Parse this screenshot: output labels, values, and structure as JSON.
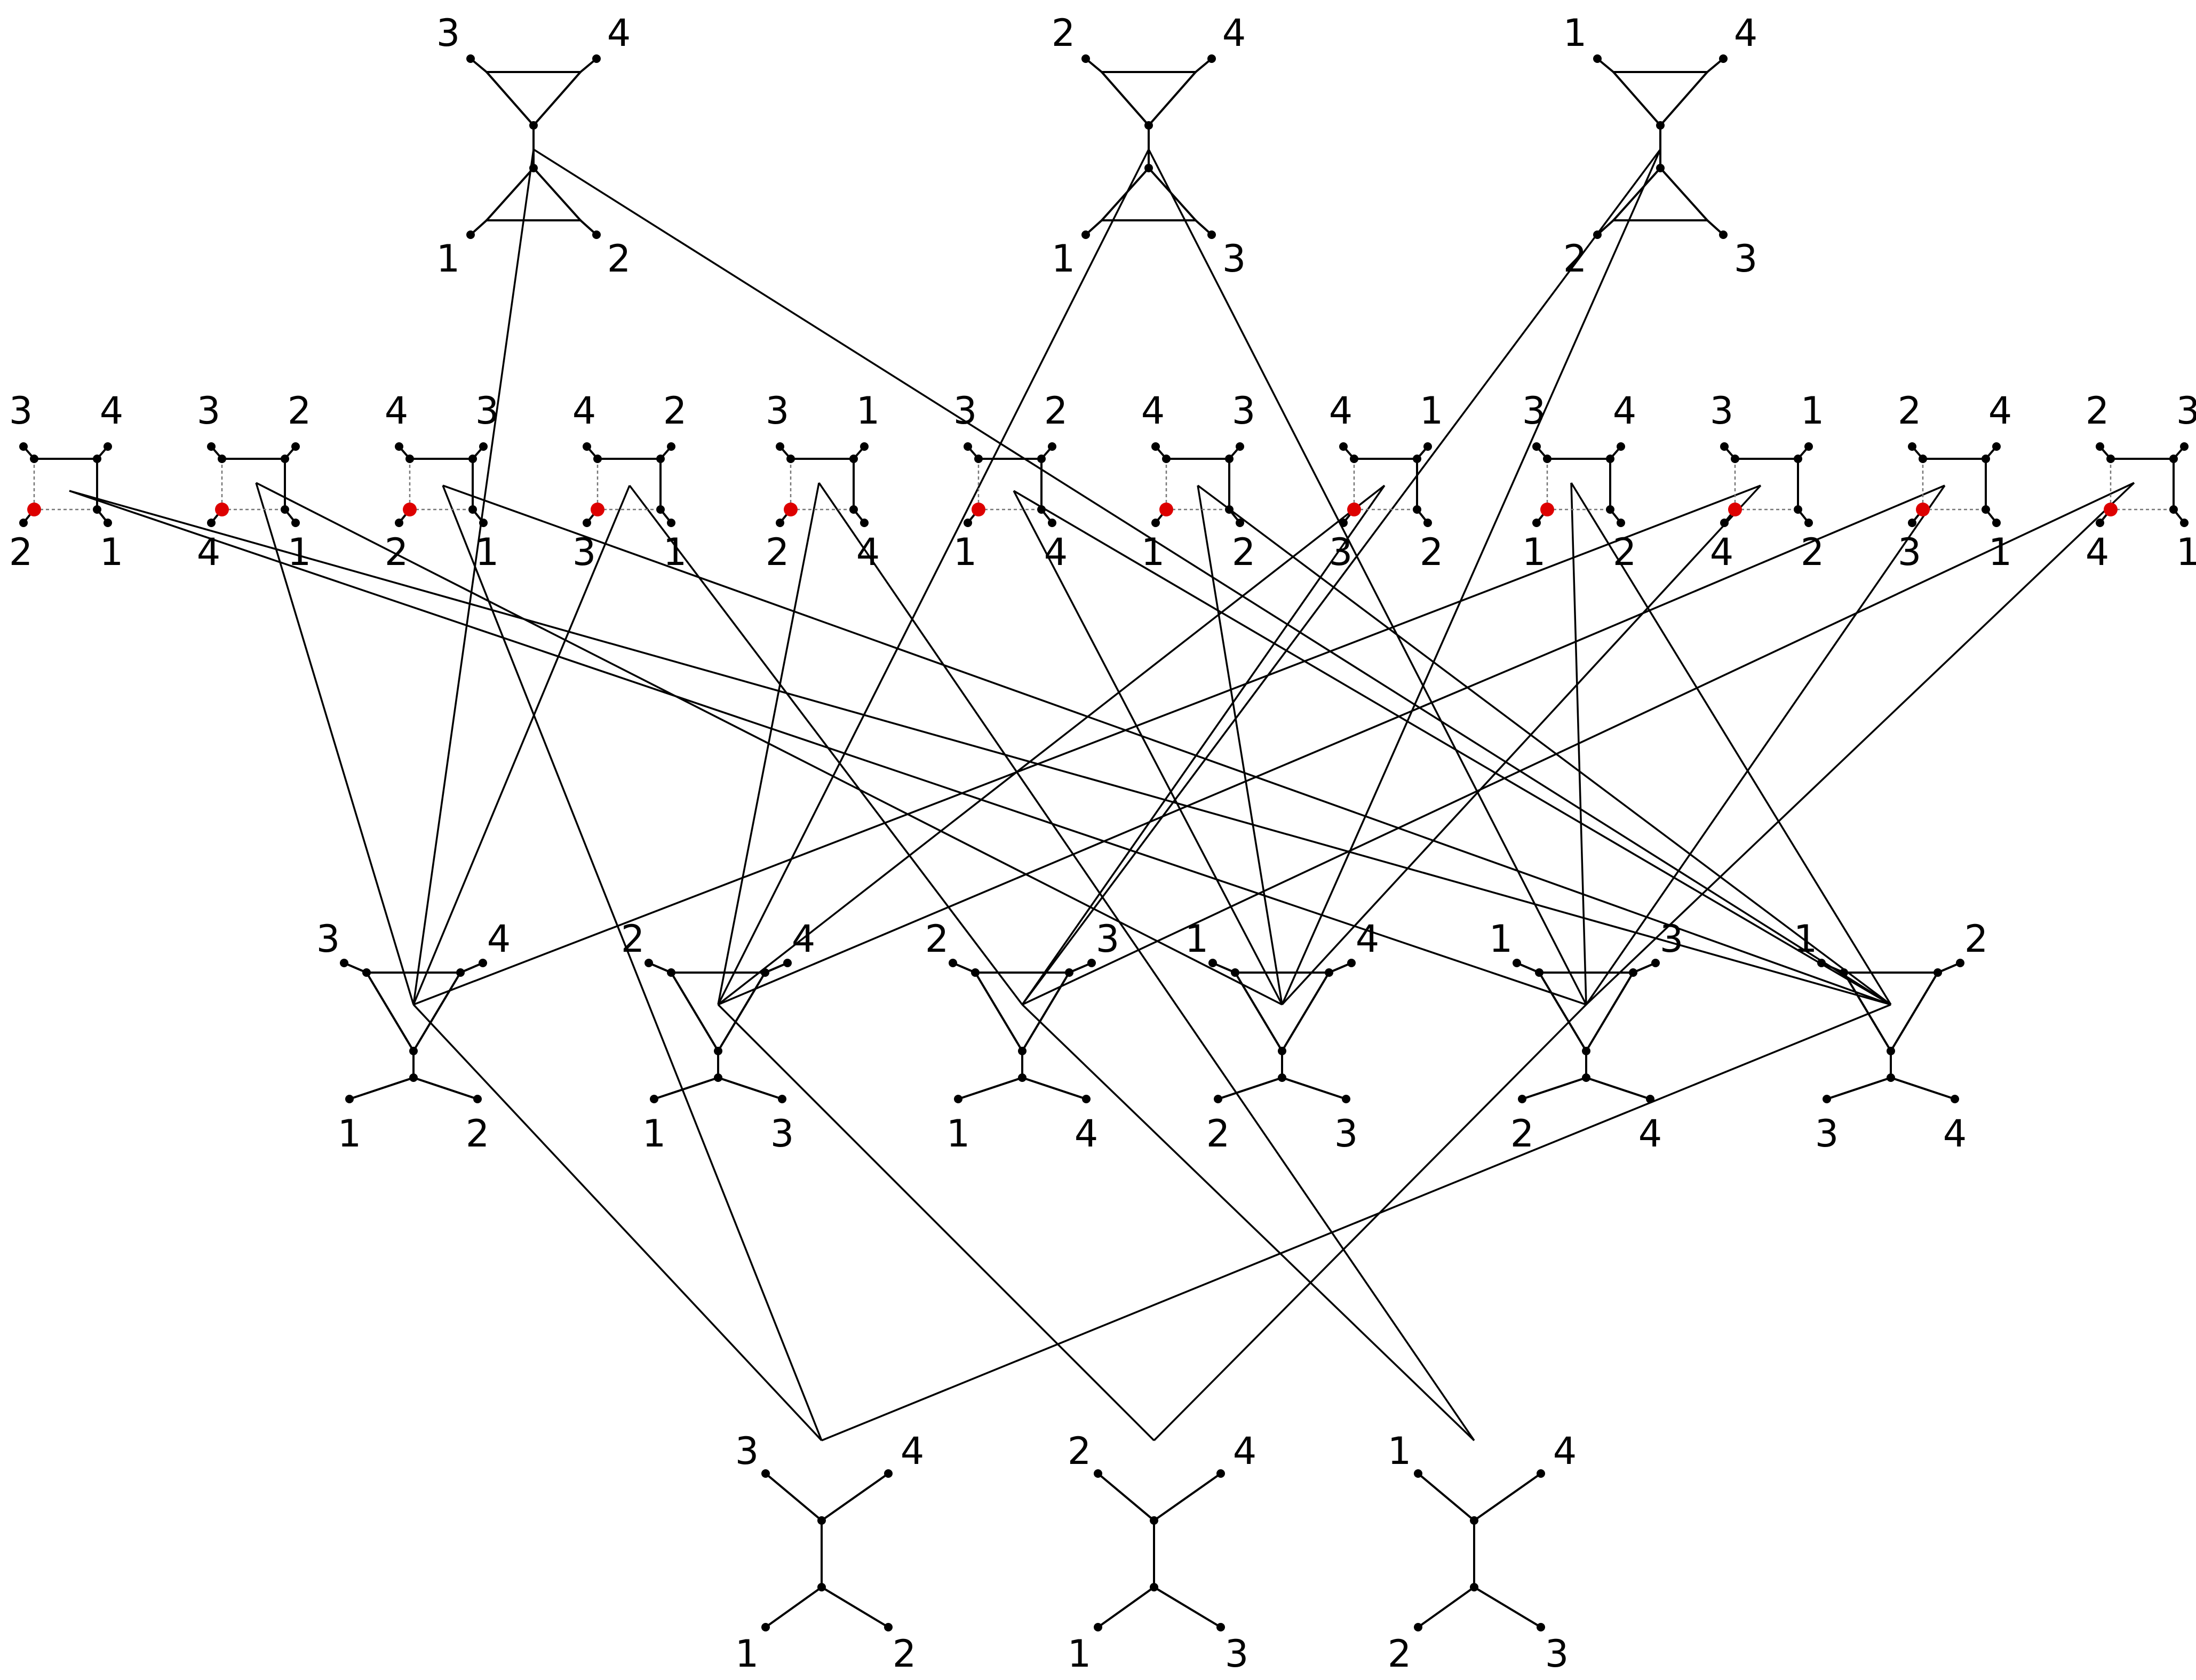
{
  "colors": {
    "line": "#000000",
    "node": "#000000",
    "marked_node": "#dd0000",
    "dashed_edge": "#777777",
    "background": "#ffffff"
  },
  "diagram": {
    "top_row": [
      {
        "labels": [
          "3",
          "4",
          "1",
          "2"
        ]
      },
      {
        "labels": [
          "2",
          "4",
          "1",
          "3"
        ]
      },
      {
        "labels": [
          "1",
          "4",
          "2",
          "3"
        ]
      }
    ],
    "second_row": [
      {
        "labels": [
          "3",
          "4",
          "2",
          "1"
        ]
      },
      {
        "labels": [
          "3",
          "2",
          "4",
          "1"
        ]
      },
      {
        "labels": [
          "4",
          "3",
          "2",
          "1"
        ]
      },
      {
        "labels": [
          "4",
          "2",
          "3",
          "1"
        ]
      },
      {
        "labels": [
          "3",
          "1",
          "2",
          "4"
        ]
      },
      {
        "labels": [
          "3",
          "2",
          "1",
          "4"
        ]
      },
      {
        "labels": [
          "4",
          "3",
          "1",
          "2"
        ]
      },
      {
        "labels": [
          "4",
          "1",
          "3",
          "2"
        ]
      },
      {
        "labels": [
          "3",
          "4",
          "1",
          "2"
        ]
      },
      {
        "labels": [
          "3",
          "1",
          "4",
          "2"
        ]
      },
      {
        "labels": [
          "2",
          "4",
          "3",
          "1"
        ]
      },
      {
        "labels": [
          "2",
          "3",
          "4",
          "1"
        ]
      }
    ],
    "third_row": [
      {
        "labels": [
          "3",
          "4",
          "1",
          "2"
        ]
      },
      {
        "labels": [
          "2",
          "4",
          "1",
          "3"
        ]
      },
      {
        "labels": [
          "2",
          "3",
          "1",
          "4"
        ]
      },
      {
        "labels": [
          "1",
          "4",
          "2",
          "3"
        ]
      },
      {
        "labels": [
          "1",
          "3",
          "2",
          "4"
        ]
      },
      {
        "labels": [
          "1",
          "2",
          "3",
          "4"
        ]
      }
    ],
    "bottom_row": [
      {
        "labels": [
          "3",
          "4",
          "1",
          "2"
        ]
      },
      {
        "labels": [
          "2",
          "4",
          "1",
          "3"
        ]
      },
      {
        "labels": [
          "1",
          "4",
          "2",
          "3"
        ]
      }
    ]
  }
}
